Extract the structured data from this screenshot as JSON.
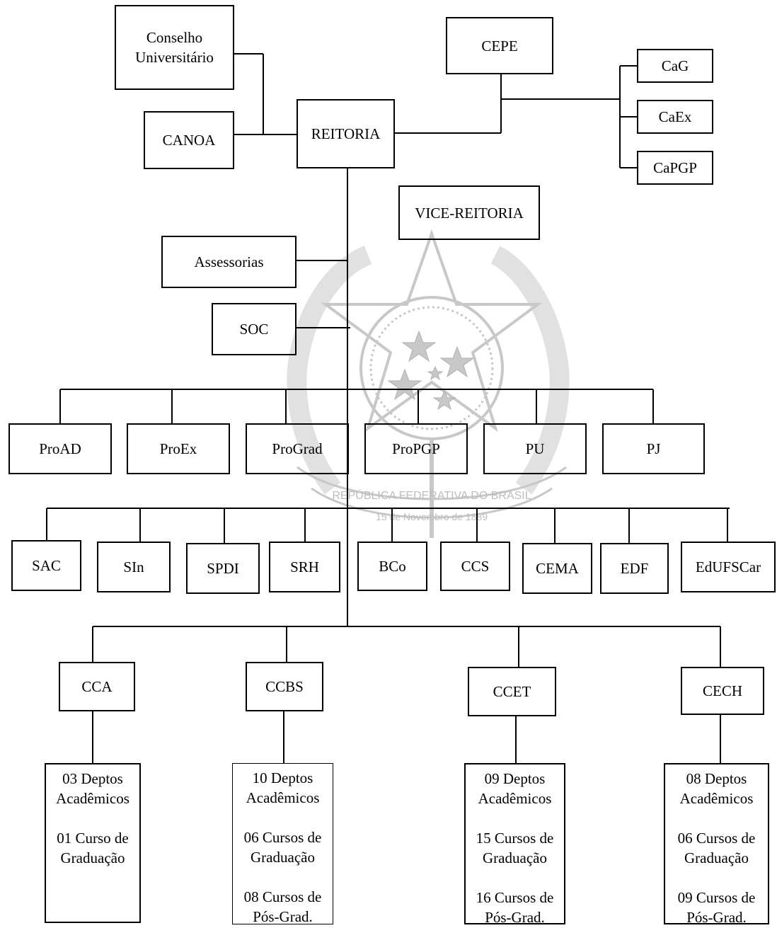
{
  "emblem": {
    "name": "coat-of-arms-watermark",
    "ring_text_top": "REPÚBLICA FEDERATIVA DO BRASIL",
    "ring_text_bottom": "15 de Novembro de 1889"
  },
  "colors": {
    "line": "#000000",
    "watermark": "#c8c8c8"
  },
  "top": {
    "conselho": "Conselho\nUniversitário",
    "canoa": "CANOA",
    "reitoria": "REITORIA",
    "cepe": "CEPE",
    "cag": "CaG",
    "caex": "CaEx",
    "capgp": "CaPGP",
    "vice": "VICE-REITORIA",
    "assessorias": "Assessorias",
    "soc": "SOC"
  },
  "pro_reitorias": [
    "ProAD",
    "ProEx",
    "ProGrad",
    "ProPGP",
    "PU",
    "PJ"
  ],
  "secretarias": [
    "SAC",
    "SIn",
    "SPDI",
    "SRH",
    "BCo",
    "CCS",
    "CEMA",
    "EDF",
    "EdUFSCar"
  ],
  "centros": [
    {
      "name": "CCA",
      "lines": [
        "03 Deptos\nAcadêmicos",
        "01 Curso de\nGraduação"
      ]
    },
    {
      "name": "CCBS",
      "lines": [
        "10 Deptos\nAcadêmicos",
        "06 Cursos de\nGraduação",
        "08 Cursos de\nPós-Grad."
      ]
    },
    {
      "name": "CCET",
      "lines": [
        "09 Deptos\nAcadêmicos",
        "15 Cursos de\nGraduação",
        "16 Cursos de\nPós-Grad."
      ]
    },
    {
      "name": "CECH",
      "lines": [
        "08 Deptos\nAcadêmicos",
        "06 Cursos de\nGraduação",
        "09 Cursos de\nPós-Grad."
      ]
    }
  ]
}
